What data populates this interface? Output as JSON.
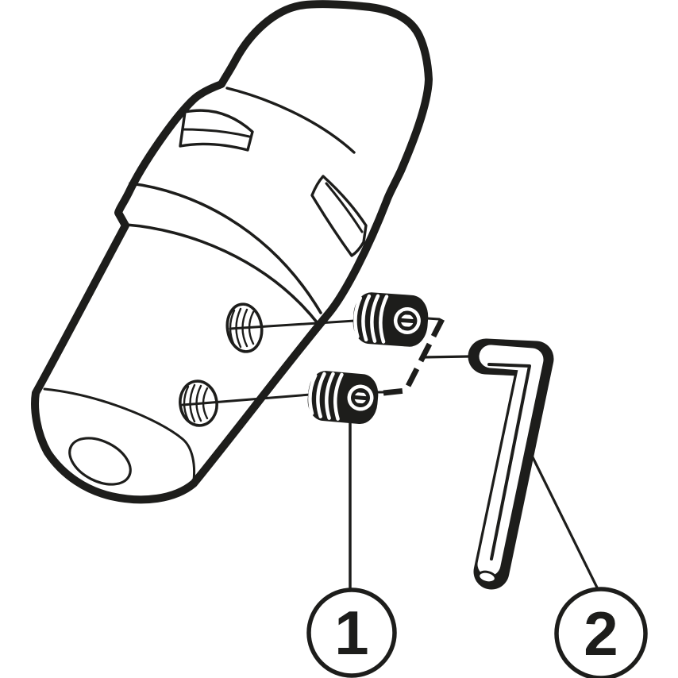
{
  "diagram": {
    "type": "exploded-parts-line-drawing",
    "background_color": "#ffffff",
    "line_color": "#1d1d1b",
    "parts": [
      {
        "name": "toolholder-body"
      },
      {
        "name": "set-screw-upper"
      },
      {
        "name": "set-screw-lower"
      },
      {
        "name": "hex-key"
      }
    ],
    "callouts": [
      {
        "label": "1",
        "points_to": "set-screws"
      },
      {
        "label": "2",
        "points_to": "hex-key"
      }
    ]
  }
}
